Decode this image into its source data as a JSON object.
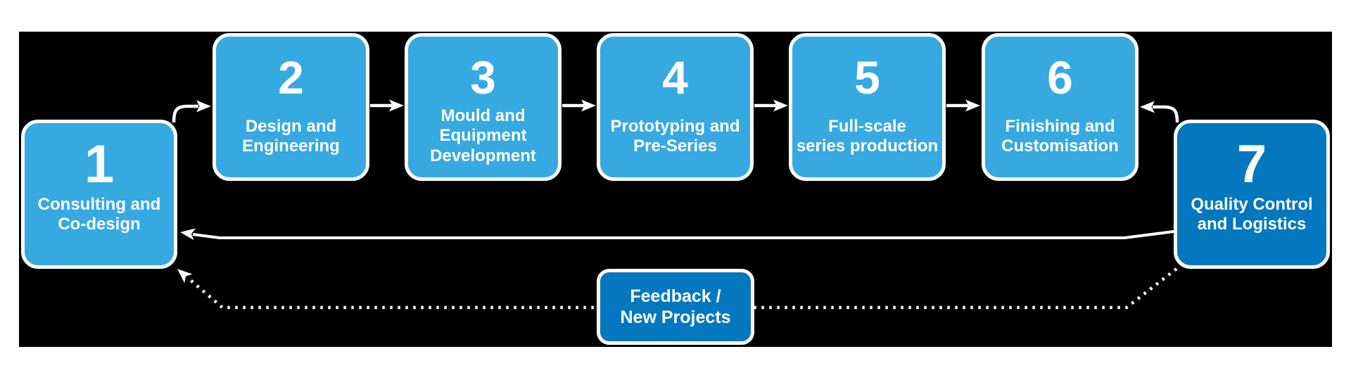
{
  "colors": {
    "page_bg": "#ffffff",
    "canvas_bg": "#000000",
    "step_fill": "#36a9e0",
    "accent_fill": "#0378bf",
    "arrow": "#ffffff",
    "text": "#ffffff"
  },
  "steps": [
    {
      "number": "1",
      "label": "Consulting and\nCo-design"
    },
    {
      "number": "2",
      "label": "Design and\nEngineering"
    },
    {
      "number": "3",
      "label": "Mould and\nEquipment\nDevelopment"
    },
    {
      "number": "4",
      "label": "Prototyping and\nPre-Series"
    },
    {
      "number": "5",
      "label": "Full-scale\nseries production"
    },
    {
      "number": "6",
      "label": "Finishing and\nCustomisation"
    },
    {
      "number": "7",
      "label": "Quality Control\nand Logistics"
    }
  ],
  "feedback": {
    "label": "Feedback /\nNew Projects"
  }
}
